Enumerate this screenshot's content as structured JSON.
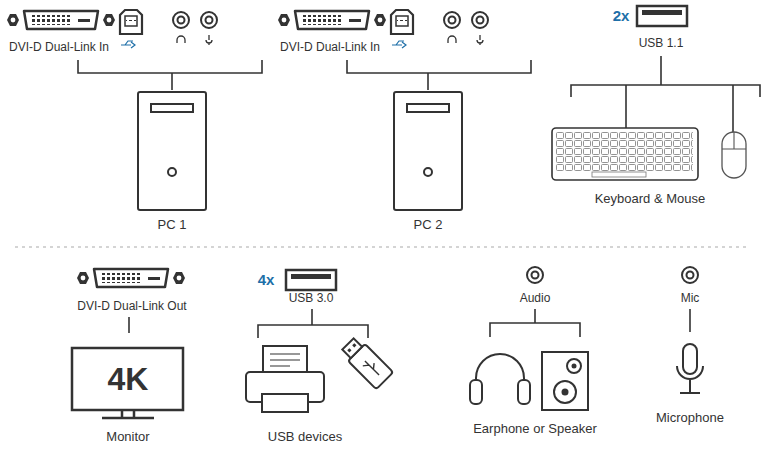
{
  "diagram": {
    "nodes": [
      {
        "text": [
          "PC 1"
        ]
      },
      {
        "text": [
          "PC 2"
        ]
      },
      {
        "text": [
          "Keyboard & Mouse"
        ]
      },
      {
        "text": [
          "4K",
          "Monitor"
        ]
      },
      {
        "text": [
          "USB devices"
        ]
      },
      {
        "text": [
          "Earphone or Speaker"
        ]
      },
      {
        "text": [
          "Microphone"
        ]
      }
    ],
    "labels": [
      "DVI-D Dual-Link In",
      "DVI-D Dual-Link In",
      "2x",
      "USB 1.1",
      "DVI-D Dual-Link Out",
      "4x",
      "USB 3.0",
      "Audio",
      "Mic"
    ]
  }
}
